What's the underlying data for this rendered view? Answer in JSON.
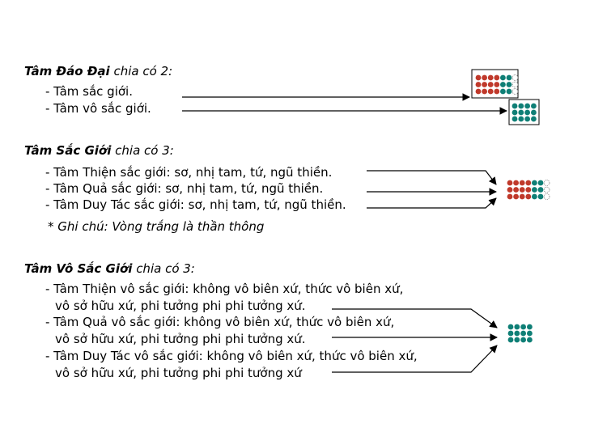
{
  "sections": [
    {
      "heading_bold": "Tâm Đáo Đại",
      "heading_rest": " chia có 2:",
      "items": [
        "- Tâm sắc giới.",
        "- Tâm vô sắc giới."
      ]
    },
    {
      "heading_bold": "Tâm Sắc Giới",
      "heading_rest": " chia có 3:",
      "items": [
        "- Tâm Thiện sắc giới: sơ, nhị tam, tứ, ngũ thiền.",
        "- Tâm Quả sắc giới: sơ, nhị tam, tứ, ngũ thiền.",
        "- Tâm Duy Tác sắc giới: sơ, nhị tam, tứ, ngũ thiền."
      ],
      "note": "* Ghi chú: Vòng trắng là thần thông"
    },
    {
      "heading_bold": "Tâm Vô Sắc Giới",
      "heading_rest": " chia có 3:",
      "items": [
        "- Tâm Thiện vô sắc giới: không vô biên xứ, thức vô biên xứ,",
        "vô sở hữu xứ, phi tưởng phi phi tưởng xứ.",
        "- Tâm Quả vô sắc giới: không vô biên xứ, thức vô biên xứ,",
        "vô sở hữu xứ, phi tưởng phi phi tưởng xứ.",
        "- Tâm Duy Tác vô sắc giới: không vô biên xứ, thức vô biên xứ,",
        "vô sở hữu xứ, phi tưởng phi phi tưởng xứ"
      ]
    }
  ],
  "colors": {
    "red": "#c0392b",
    "teal": "#0f7f76",
    "white": "#ffffff",
    "arrow": "#000000"
  }
}
